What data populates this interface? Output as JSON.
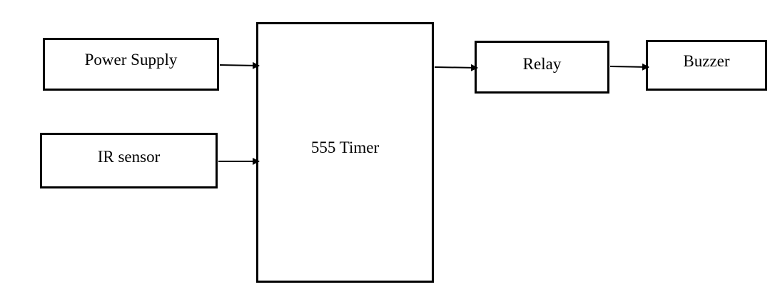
{
  "diagram": {
    "blocks": {
      "power_supply": "Power Supply",
      "ir_sensor": "IR sensor",
      "timer": "555 Timer",
      "relay": "Relay",
      "buzzer": "Buzzer"
    },
    "connections": [
      {
        "from": "Power Supply",
        "to": "555 Timer"
      },
      {
        "from": "IR sensor",
        "to": "555 Timer"
      },
      {
        "from": "555 Timer",
        "to": "Relay"
      },
      {
        "from": "Relay",
        "to": "Buzzer"
      }
    ],
    "colors": {
      "stroke": "#000000",
      "background": "#ffffff"
    }
  }
}
